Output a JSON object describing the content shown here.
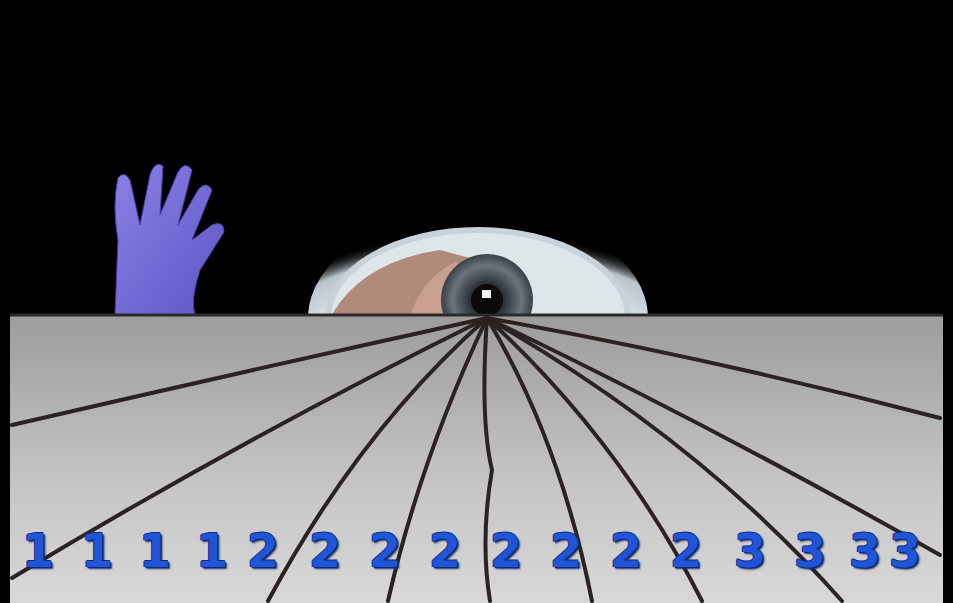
{
  "diagram": {
    "labels": [
      "1",
      "1",
      "1",
      "1",
      "2",
      "2",
      "2",
      "2",
      "2",
      "2",
      "2",
      "2",
      "3",
      "3",
      "3",
      "3"
    ]
  }
}
